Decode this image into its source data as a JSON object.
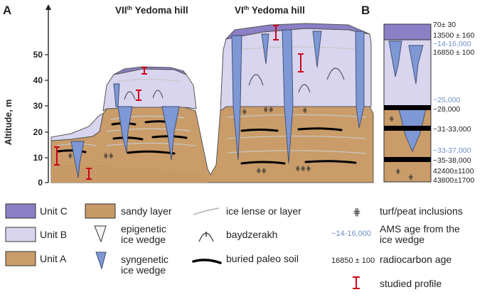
{
  "panels": {
    "a": "A",
    "b": "B"
  },
  "hills": {
    "vii": {
      "roman": "VII",
      "sup": "th",
      "name": " Yedoma hill"
    },
    "vi": {
      "roman": "VI",
      "sup": "th",
      "name": " Yedoma hill"
    }
  },
  "axis": {
    "label": "Altitude, m",
    "ticks": [
      "0",
      "10",
      "20",
      "30",
      "40",
      "50"
    ]
  },
  "colors": {
    "unit_c": "#8b7fc6",
    "unit_b": "#d9d5ef",
    "unit_a": "#c99c69",
    "ice_wedge": "#7d98d4",
    "paleo_soil": "#000000",
    "ams_age": "#6f8fcb",
    "profile": "#d0021b"
  },
  "column_b": {
    "labels": [
      {
        "text": "70± 30",
        "kind": "radiocarbon"
      },
      {
        "text": "13500 ± 160",
        "kind": "radiocarbon"
      },
      {
        "text": "~14-16,000",
        "kind": "ams"
      },
      {
        "text": "16850 ± 100",
        "kind": "radiocarbon"
      },
      {
        "text": "~25,000",
        "kind": "ams"
      },
      {
        "text": "~28,000",
        "kind": "radiocarbon"
      },
      {
        "text": "~31-33,000",
        "kind": "radiocarbon"
      },
      {
        "text": "~33-37,000",
        "kind": "ams"
      },
      {
        "text": "~35-38,000",
        "kind": "radiocarbon"
      },
      {
        "text": "42400±1100",
        "kind": "radiocarbon"
      },
      {
        "text": "43800±1700",
        "kind": "radiocarbon"
      }
    ]
  },
  "legend": {
    "unit_c": "Unit C",
    "unit_b": "Unit B",
    "unit_a": "Unit A",
    "sandy_layer": "sandy layer",
    "epigenetic": [
      "epigenetic",
      "ice wedge"
    ],
    "syngenetic": [
      "syngenetic",
      "ice wedge"
    ],
    "ice_lense": "ice lense or layer",
    "baydzerakh": "baydzerakh",
    "paleo_soil": "buried paleo soil",
    "turf": "turf/peat inclusions",
    "ams_sample": "~14-16,000",
    "ams_text": [
      "AMS age from the",
      "ice wedge"
    ],
    "radio_sample": "16850 ± 100",
    "radio_text": "radiocarbon age",
    "profile_text": "studied profile"
  }
}
